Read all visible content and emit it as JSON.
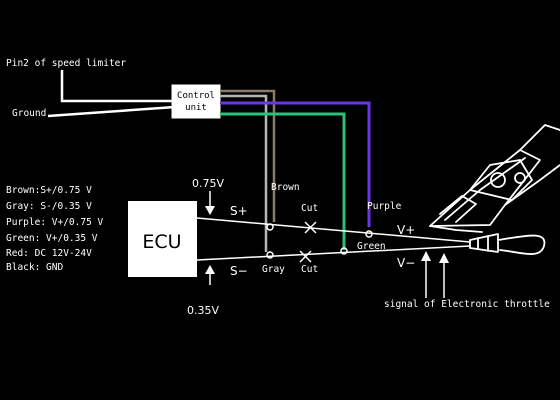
{
  "labels": {
    "pin2": "Pin2 of speed limiter",
    "ground": "Ground",
    "control_unit_line1": "Control",
    "control_unit_line2": "unit",
    "ecu": "ECU",
    "volt_top": "0.75V",
    "volt_bottom": "0.35V",
    "s_plus": "S+",
    "s_minus": "S−",
    "brown": "Brown",
    "gray": "Gray",
    "cut_top": "Cut",
    "cut_bottom": "Cut",
    "purple": "Purple",
    "green": "Green",
    "v_plus": "V+",
    "v_minus": "V−",
    "signal": "signal of Electronic throttle"
  },
  "legend": [
    "Brown:S+/0.75 V",
    "Gray: S-/0.35 V",
    "Purple: V+/0.75 V",
    "Green: V+/0.35 V",
    "Red: DC 12V-24V",
    "Black: GND"
  ],
  "colors": {
    "background": "#000000",
    "foreground": "#ffffff",
    "brown_wire": "#8a7a6a",
    "gray_wire": "#b5b5b5",
    "purple_wire": "#6a38e0",
    "green_wire": "#2cc07c"
  }
}
